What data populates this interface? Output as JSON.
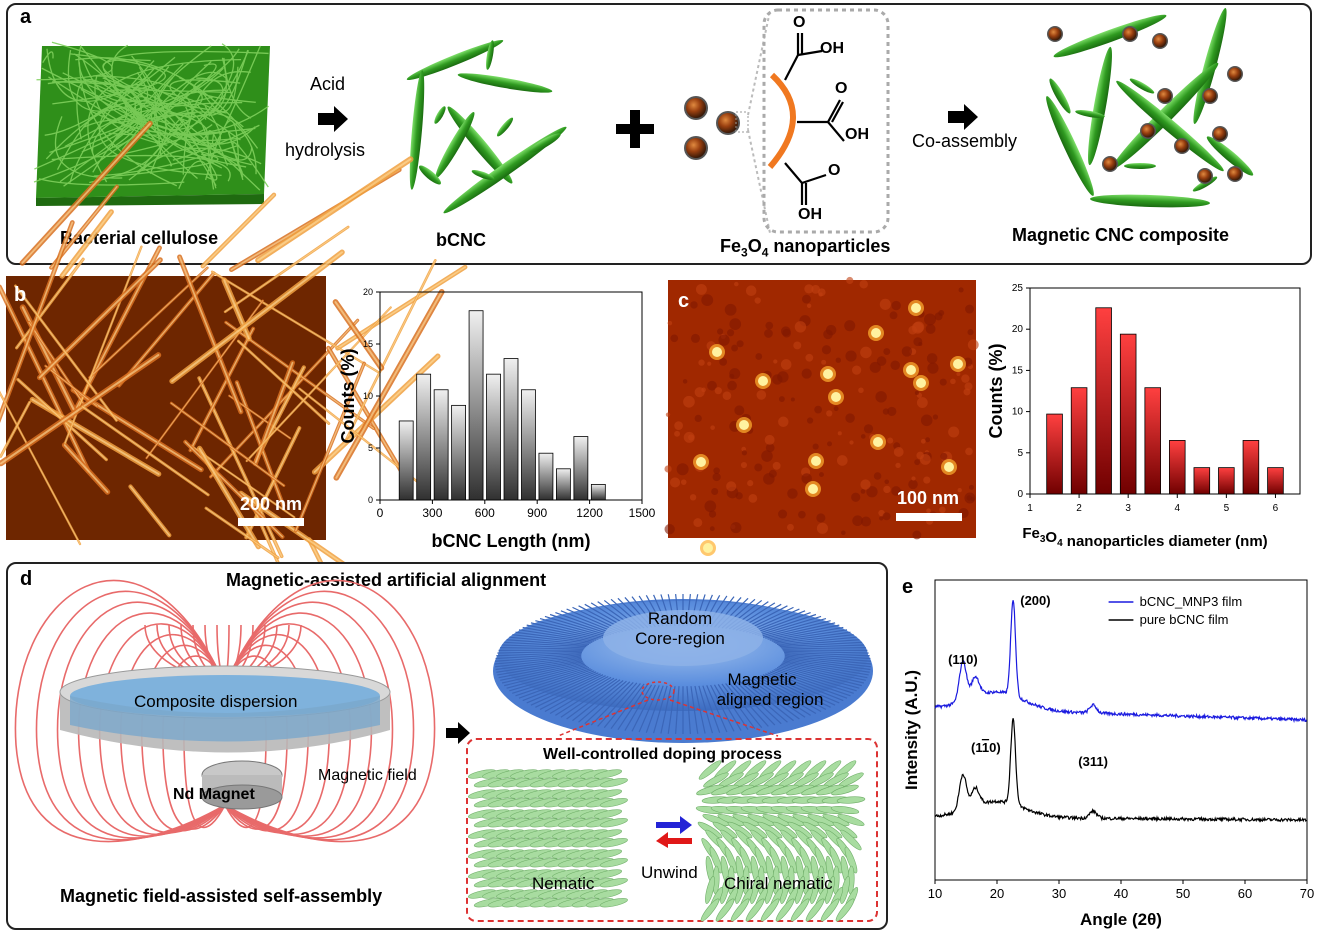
{
  "panel_a": {
    "label": "a",
    "bacterial_cellulose": "Bacterial cellulose",
    "acid": "Acid",
    "hydrolysis": "hydrolysis",
    "bcnc": "bCNC",
    "fe3o4_main": "Fe",
    "fe3o4_sub1": "3",
    "fe3o4_o": "O",
    "fe3o4_sub2": "4",
    "fe3o4_rest": " nanoparticles",
    "coassembly": "Co-assembly",
    "composite": "Magnetic CNC composite",
    "oh1": "OH",
    "oh2": "OH",
    "oh3": "OH",
    "o1": "O",
    "o2": "O",
    "o3": "O"
  },
  "panel_b": {
    "label": "b",
    "scalebar": "200 nm",
    "chart_data": {
      "type": "bar",
      "categories": [
        "150",
        "250",
        "350",
        "450",
        "550",
        "650",
        "750",
        "850",
        "950",
        "1050",
        "1150",
        "1250"
      ],
      "values": [
        7.6,
        12.1,
        10.6,
        9.1,
        18.2,
        12.1,
        13.6,
        10.6,
        4.5,
        3.0,
        6.1,
        1.5
      ],
      "x": [
        150,
        250,
        350,
        450,
        550,
        650,
        750,
        850,
        950,
        1050,
        1150,
        1250
      ],
      "xlabel": "bCNC Length (nm)",
      "ylabel": "Counts (%)",
      "xlim": [
        0,
        1500
      ],
      "ylim": [
        0,
        20
      ],
      "xticks": [
        "0",
        "300",
        "600",
        "900",
        "1200",
        "1500"
      ],
      "yticks": [
        "0",
        "5",
        "10",
        "15",
        "20"
      ]
    }
  },
  "panel_c": {
    "label": "c",
    "scalebar": "100 nm",
    "chart_data": {
      "type": "bar",
      "x": [
        1.5,
        2,
        2.5,
        3,
        3.5,
        4,
        4.5,
        5,
        5.5,
        6
      ],
      "values": [
        9.7,
        12.9,
        22.6,
        19.4,
        12.9,
        6.5,
        3.2,
        3.2,
        6.5,
        3.2
      ],
      "xlabel_pre": "Fe",
      "xlabel_s1": "3",
      "xlabel_o": "O",
      "xlabel_s2": "4",
      "xlabel_post": " nanoparticles diameter (nm)",
      "ylabel": "Counts (%)",
      "xlim": [
        1,
        6.5
      ],
      "ylim": [
        0,
        25
      ],
      "xticks": [
        "1",
        "2",
        "3",
        "4",
        "5",
        "6"
      ],
      "yticks": [
        "0",
        "5",
        "10",
        "15",
        "20",
        "25"
      ]
    }
  },
  "panel_d": {
    "label": "d",
    "title": "Magnetic-assisted artificial alignment",
    "composite_dispersion": "Composite dispersion",
    "nd_magnet": "Nd Magnet",
    "magnetic_field": "Magnetic field",
    "bottom_caption": "Magnetic field-assisted self-assembly",
    "random": "Random",
    "core_region": "Core-region",
    "magnetic": "Magnetic",
    "aligned_region": "aligned region",
    "doping": "Well-controlled doping process",
    "nematic": "Nematic",
    "unwind": "Unwind",
    "chiral_nematic": "Chiral nematic"
  },
  "panel_e": {
    "label": "e",
    "chart_data": {
      "type": "line",
      "xlabel": "Angle (2θ)",
      "ylabel": "Intensity (A.U.)",
      "xlim": [
        10,
        70
      ],
      "xticks": [
        "10",
        "20",
        "30",
        "40",
        "50",
        "60",
        "70"
      ],
      "series": [
        {
          "name": "bCNC_MNP3 film",
          "color": "#1a1adf"
        },
        {
          "name": "pure bCNC film",
          "color": "#000000"
        }
      ],
      "peaks": [
        {
          "label": "(110)",
          "x": 14.5
        },
        {
          "label": "(1",
          "bar": "1",
          "close": "0)",
          "x": 16.5
        },
        {
          "label": "(200)",
          "x": 22.6
        },
        {
          "label": "(311)",
          "x": 35.5
        }
      ]
    }
  }
}
